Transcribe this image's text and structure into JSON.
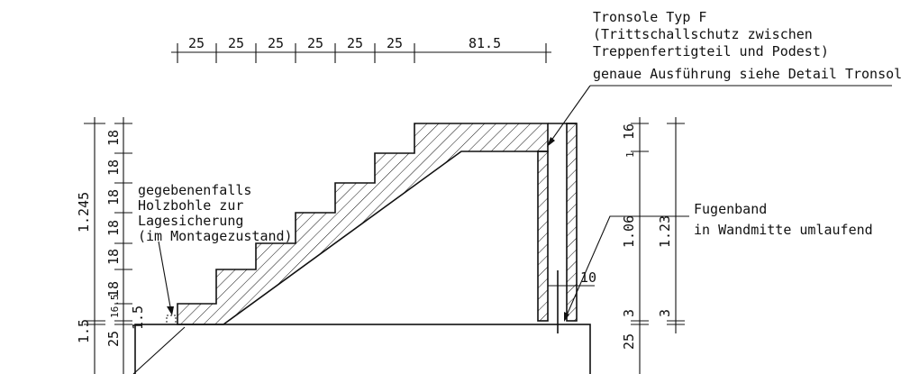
{
  "top_dims": {
    "values": [
      "25",
      "25",
      "25",
      "25",
      "25",
      "25",
      "81.5"
    ]
  },
  "left_dims": {
    "total": "1.245",
    "risers": [
      "18",
      "18",
      "18",
      "18",
      "18",
      "18"
    ],
    "small_a": "16.5",
    "small_b": "1.5",
    "bottom_a": "1.5",
    "bottom_b": "25"
  },
  "right_dims": {
    "top_small": "1",
    "top_small_b": "16",
    "mid": "1.06",
    "mid_tall": "1.23",
    "three_a": "3",
    "three_b": "3",
    "bottom": "25",
    "ten": "10"
  },
  "notes": {
    "tronsole": [
      "Tronsole Typ F",
      "(Trittschallschutz zwischen",
      "Treppenfertigteil und Podest)",
      "genaue Ausführung siehe Detail Tronsole"
    ],
    "fugenband": [
      "Fugenband",
      "in Wandmitte umlaufend"
    ],
    "holzbohle": [
      "gegebenenfalls",
      "Holzbohle zur",
      "Lagesicherung",
      "(im Montagezustand)"
    ]
  }
}
